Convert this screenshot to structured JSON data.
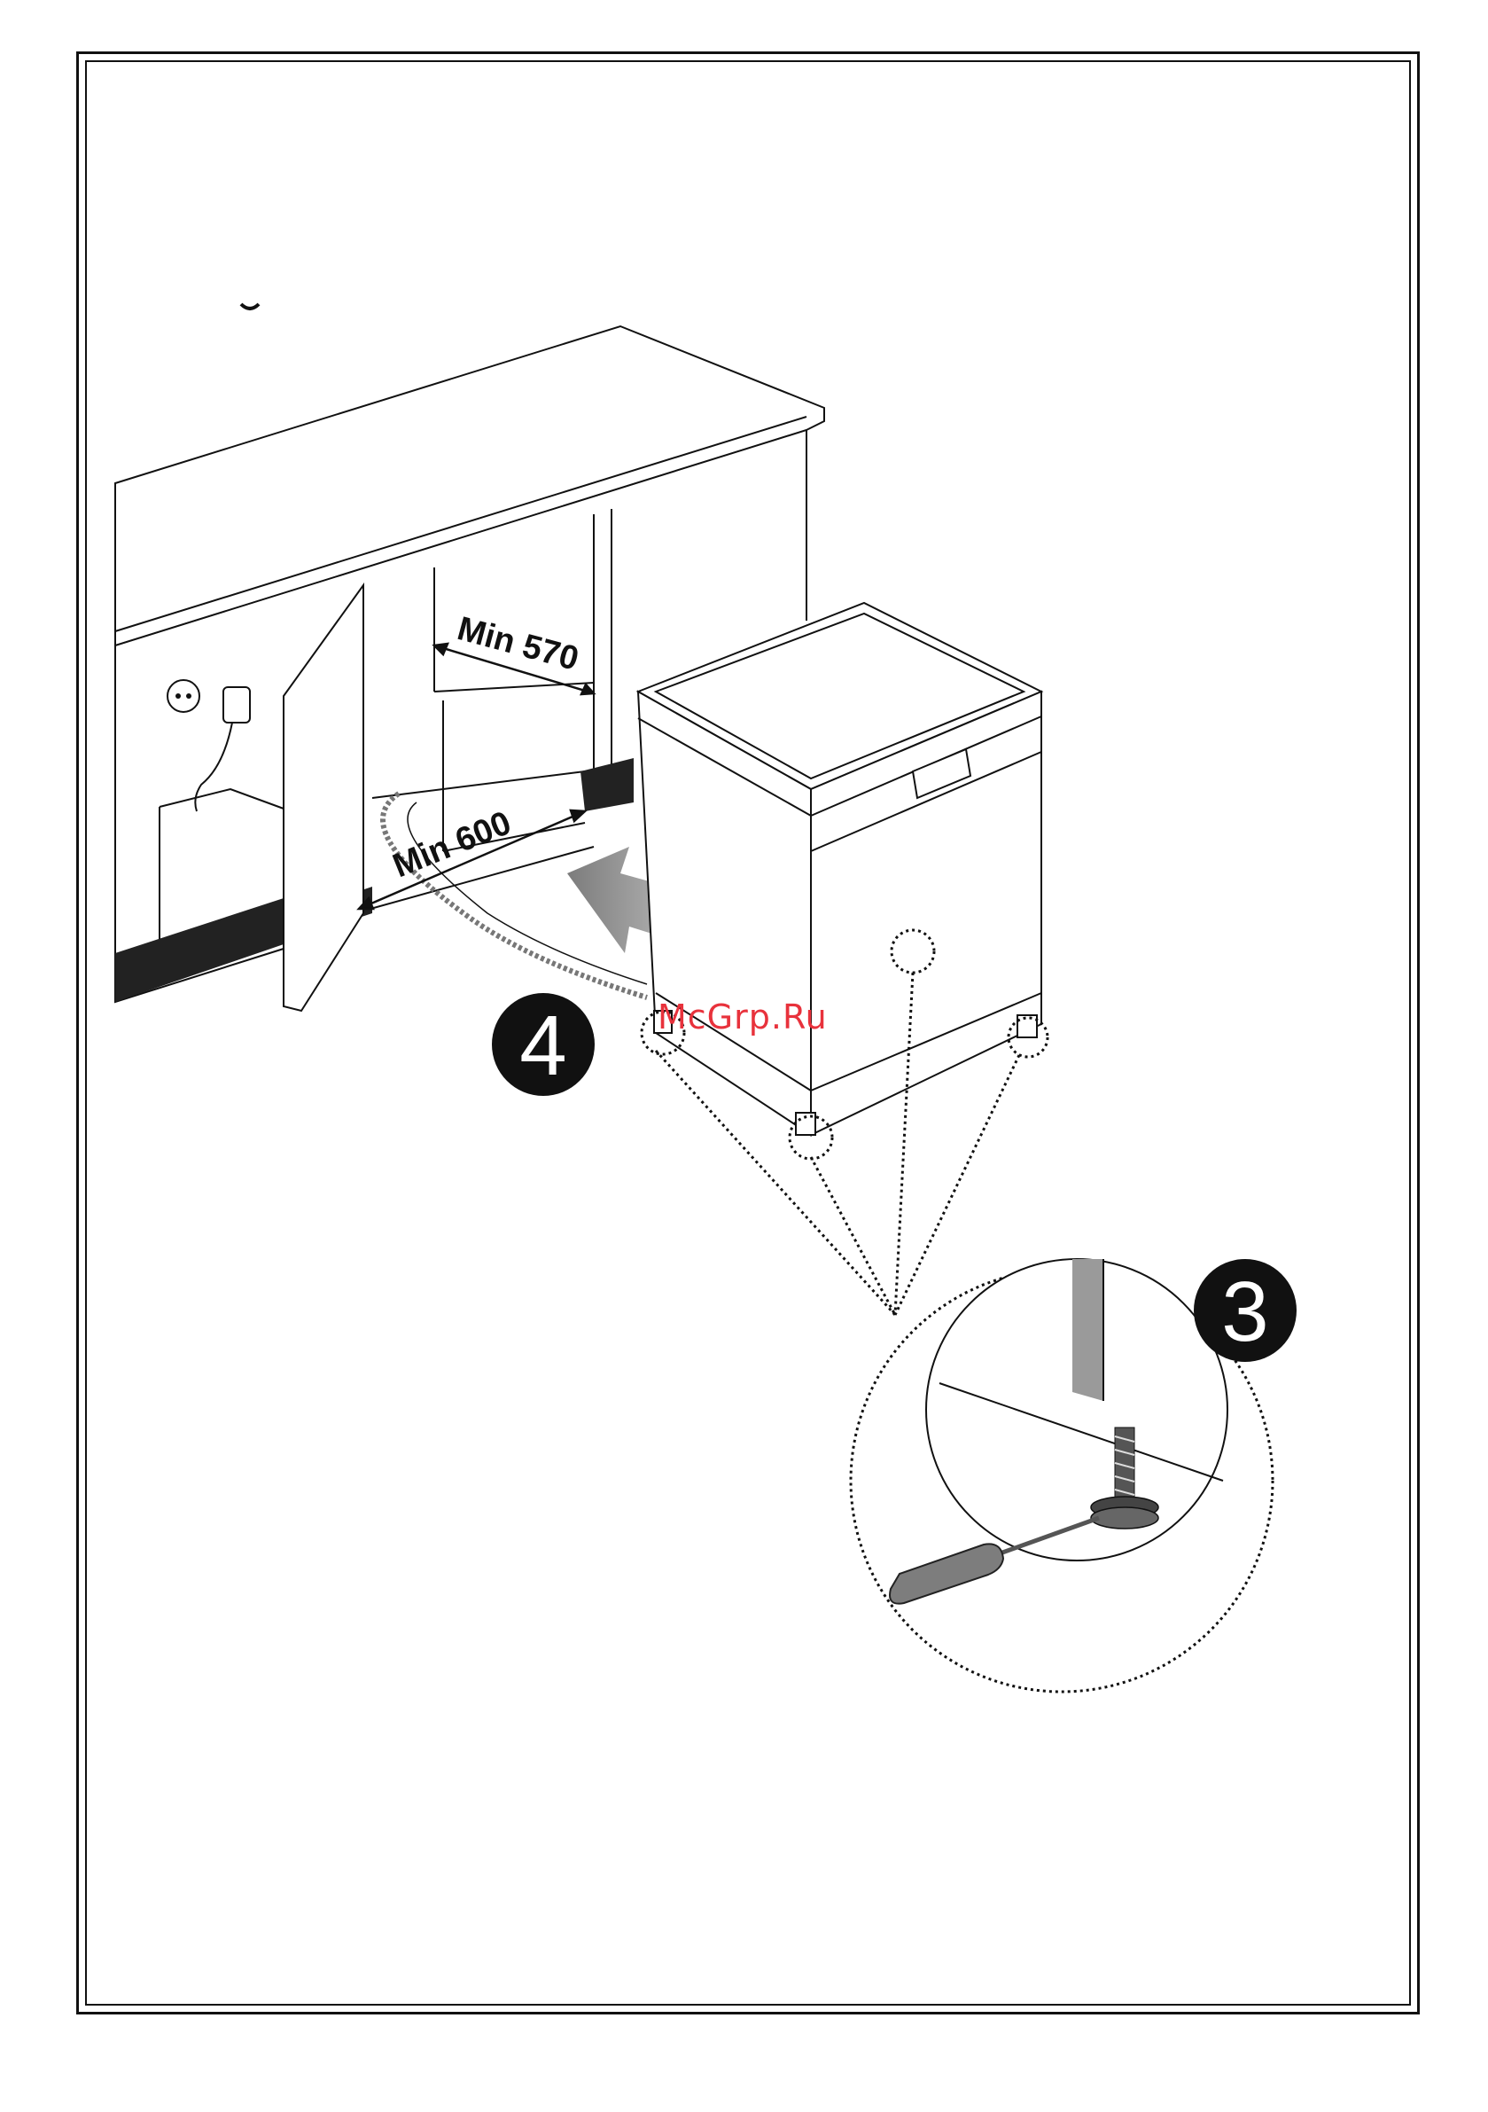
{
  "labels": {
    "min_width": "Min 600",
    "min_height": "Min 570"
  },
  "steps": {
    "slide_in": "4",
    "adjust_feet": "3"
  },
  "watermark": "McGrp.Ru",
  "colors": {
    "line": "#111111",
    "shade": "#9a9a9a",
    "light": "#d9d9d9",
    "watermark": "#e8323c"
  }
}
